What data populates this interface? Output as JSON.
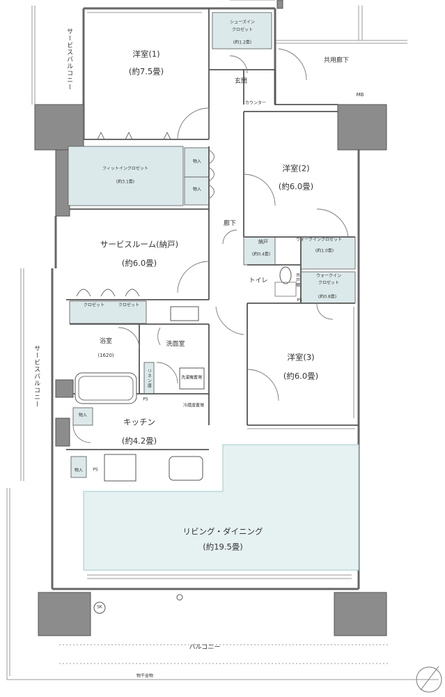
{
  "rooms": {
    "western1": {
      "name": "洋室(1)",
      "area": "(約7.5畳)"
    },
    "western2": {
      "name": "洋室(2)",
      "area": "(約6.0畳)"
    },
    "western3": {
      "name": "洋室(3)",
      "area": "(約6.0畳)"
    },
    "service_room": {
      "name": "サービスルーム(納戸)",
      "area": "(約6.0畳)"
    },
    "kitchen": {
      "name": "キッチン",
      "area": "(約4.2畳)"
    },
    "living": {
      "name": "リビング・ダイニング",
      "area": "(約19.5畳)"
    },
    "bath": {
      "name": "浴室",
      "size": "(1620)"
    },
    "washroom": {
      "name": "洗面室"
    },
    "toilet": {
      "name": "トイレ"
    },
    "entrance": {
      "name": "玄関"
    },
    "hallway": {
      "name": "廊下"
    }
  },
  "storage": {
    "shoes_in_closet": {
      "line1": "シューズイン",
      "line2": "クロゼット",
      "area": "(約1.2畳)"
    },
    "fit_in_closet": {
      "name": "フィットインクロゼット",
      "area": "(約3.1畳)"
    },
    "walk_in_closet1": {
      "name": "ウォークインクロゼット",
      "area": "(約1.0畳)"
    },
    "walk_in_closet2": {
      "line1": "ウォークイン",
      "line2": "クロゼット",
      "area": "(約0.8畳)"
    },
    "nando_small": {
      "name": "納戸",
      "area": "(約0.4畳)"
    },
    "monoire": "物入",
    "closet": "クロゼット",
    "linen": "リネン庫",
    "toilet_cabinet": "吊戸棚"
  },
  "fixtures": {
    "counter": "カウンター",
    "mb": "MB",
    "ps": "PS",
    "washer": "洗濯機置場",
    "fridge": "冷蔵庫置場",
    "sk": "SK",
    "clothes_pole": "物干金物"
  },
  "outdoor": {
    "common_corridor": "共用廊下",
    "service_balcony": "サービスバルコニー",
    "balcony": "バルコニー"
  },
  "colors": {
    "wall": "#8c8c8c",
    "storage_fill": "#dce9ea",
    "living_fill": "#e6f1f2",
    "line": "#555555",
    "text": "#333333"
  }
}
